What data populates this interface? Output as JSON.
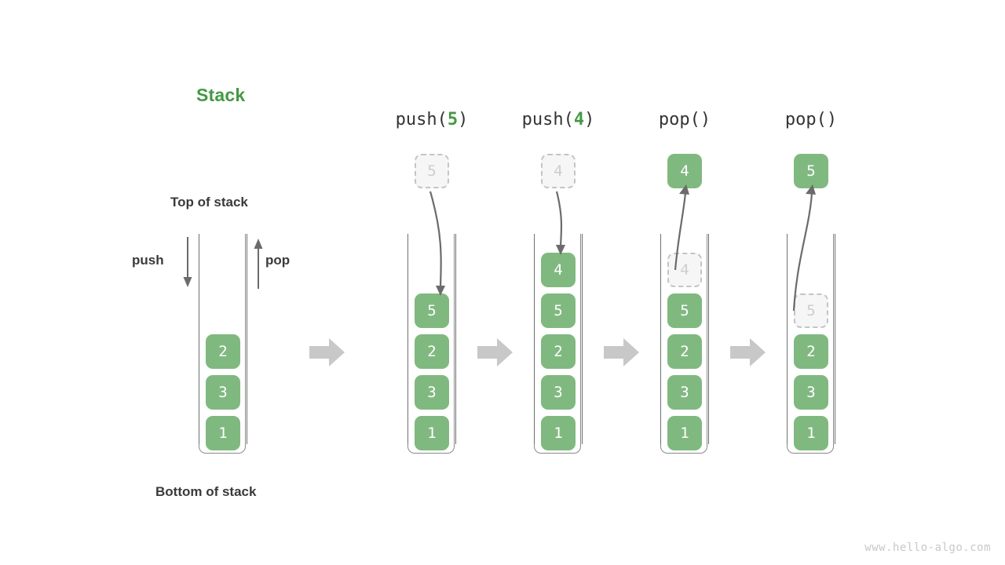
{
  "title": "Stack",
  "accent_color": "#449944",
  "cell_color": "#80b980",
  "ghost_color": "#cdcdcd",
  "arrow_color": "#c8c8c8",
  "labels": {
    "top_of_stack": "Top of stack",
    "bottom_of_stack": "Bottom of stack",
    "push": "push",
    "pop": "pop"
  },
  "watermark": "www.hello-algo.com",
  "columns": [
    {
      "id": "initial",
      "op_name": "",
      "op_arg": "",
      "op_suffix": "",
      "has_op_label": false,
      "external_cell": null,
      "stack": [
        {
          "value": "2",
          "state": "solid"
        },
        {
          "value": "3",
          "state": "solid"
        },
        {
          "value": "1",
          "state": "solid"
        }
      ]
    },
    {
      "id": "push-5",
      "op_name": "push",
      "op_arg": "5",
      "op_suffix": ")",
      "op_prefix": "(",
      "has_op_label": true,
      "external_cell": {
        "value": "5",
        "state": "ghost"
      },
      "motion": "down",
      "stack": [
        {
          "value": "5",
          "state": "solid"
        },
        {
          "value": "2",
          "state": "solid"
        },
        {
          "value": "3",
          "state": "solid"
        },
        {
          "value": "1",
          "state": "solid"
        }
      ]
    },
    {
      "id": "push-4",
      "op_name": "push",
      "op_arg": "4",
      "op_suffix": ")",
      "op_prefix": "(",
      "has_op_label": true,
      "external_cell": {
        "value": "4",
        "state": "ghost"
      },
      "motion": "down",
      "stack": [
        {
          "value": "4",
          "state": "solid"
        },
        {
          "value": "5",
          "state": "solid"
        },
        {
          "value": "2",
          "state": "solid"
        },
        {
          "value": "3",
          "state": "solid"
        },
        {
          "value": "1",
          "state": "solid"
        }
      ]
    },
    {
      "id": "pop-1",
      "op_name": "pop",
      "op_arg": "",
      "op_suffix": "()",
      "op_prefix": "",
      "has_op_label": true,
      "external_cell": {
        "value": "4",
        "state": "solid"
      },
      "motion": "up",
      "stack": [
        {
          "value": "4",
          "state": "ghost"
        },
        {
          "value": "5",
          "state": "solid"
        },
        {
          "value": "2",
          "state": "solid"
        },
        {
          "value": "3",
          "state": "solid"
        },
        {
          "value": "1",
          "state": "solid"
        }
      ]
    },
    {
      "id": "pop-2",
      "op_name": "pop",
      "op_arg": "",
      "op_suffix": "()",
      "op_prefix": "",
      "has_op_label": true,
      "external_cell": {
        "value": "5",
        "state": "solid"
      },
      "motion": "up",
      "stack": [
        {
          "value": "5",
          "state": "ghost"
        },
        {
          "value": "2",
          "state": "solid"
        },
        {
          "value": "3",
          "state": "solid"
        },
        {
          "value": "1",
          "state": "solid"
        }
      ]
    }
  ]
}
